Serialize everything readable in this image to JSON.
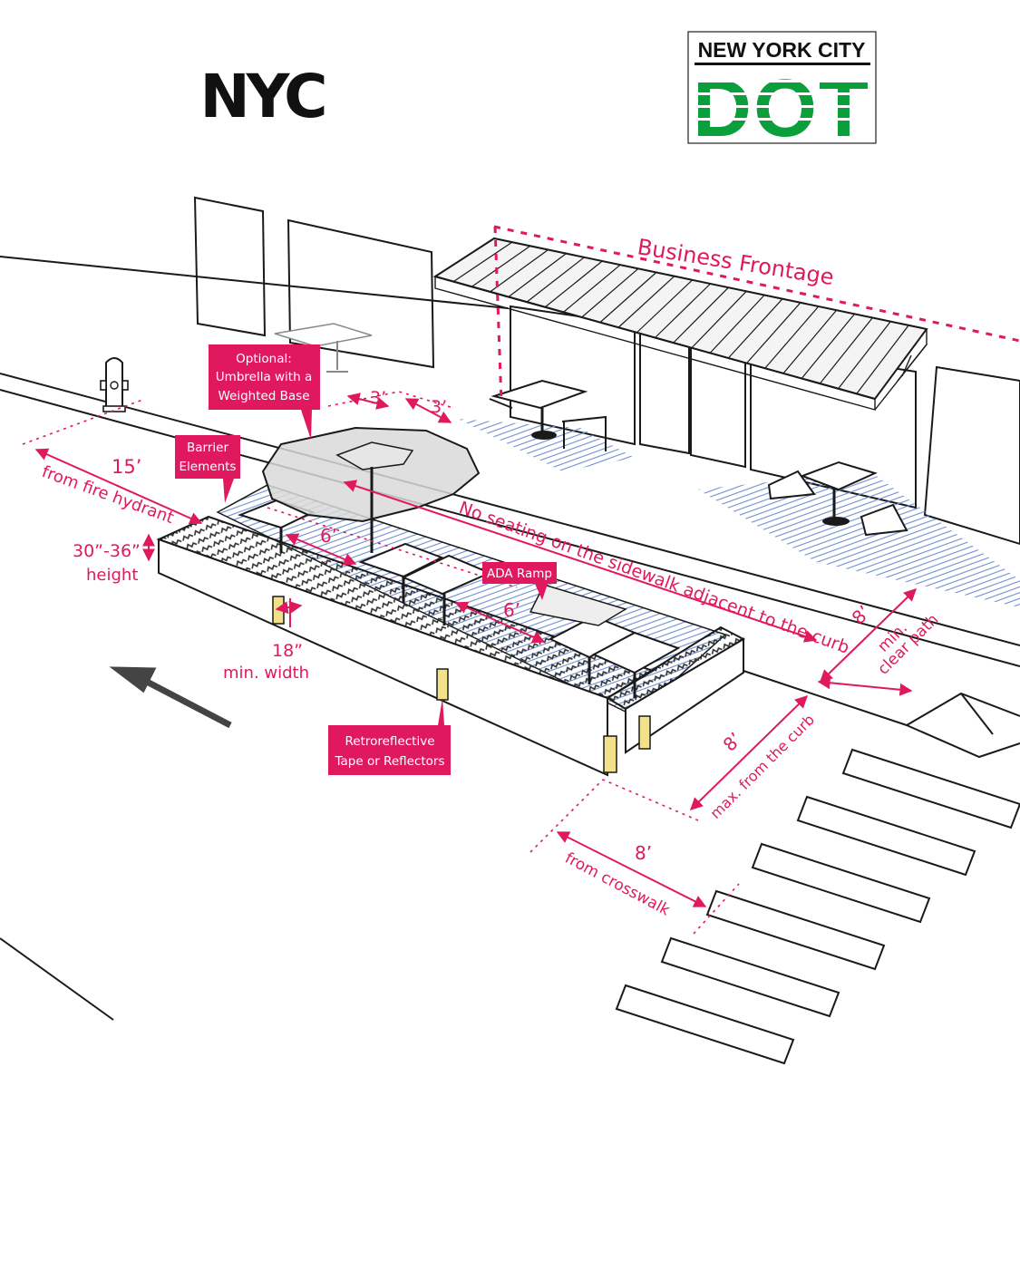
{
  "logos": {
    "nyc": "NYC",
    "dot_line1": "NEW YORK CITY",
    "dot_line2": "DOT"
  },
  "callouts": {
    "umbrella": [
      "Optional:",
      "Umbrella with a",
      "Weighted Base"
    ],
    "barrier": [
      "Barrier",
      "Elements"
    ],
    "ada": [
      "ADA Ramp"
    ],
    "reflective": [
      "Retroreflective",
      "Tape or Reflectors"
    ]
  },
  "labels": {
    "business_frontage": "Business Frontage",
    "no_seating": "No seating on the sidewalk adjacent to the curb",
    "dim_3ft_a": "3’",
    "dim_3ft_b": "3’",
    "hydrant_value": "15’",
    "hydrant_text": "from fire hydrant",
    "height_value": "30”-36”",
    "height_text": "height",
    "table_gap_a": "6’",
    "table_gap_b": "6’",
    "min_width_value": "18”",
    "min_width_text": "min. width",
    "clear_path_value": "8’",
    "clear_path_text1": "min.",
    "clear_path_text2": "clear path",
    "curb_value": "8’",
    "curb_text": "max. from the curb",
    "crosswalk_value": "8’",
    "crosswalk_text": "from crosswalk"
  },
  "colors": {
    "accent": "#e0195f",
    "dot_green": "#0a9f3b",
    "ink": "#1a1a1a",
    "hatch": "#6f8fd0",
    "reflector": "#f3e08a"
  },
  "icons": [
    "fire-hydrant-icon",
    "traffic-direction-arrow-icon"
  ]
}
